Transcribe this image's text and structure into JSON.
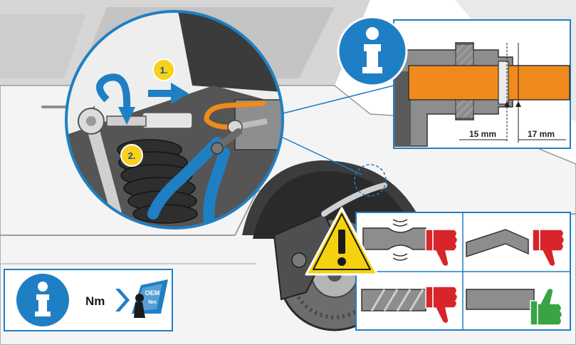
{
  "steps": {
    "first": "1.",
    "second": "2."
  },
  "detail": {
    "dimension_a": "15 mm",
    "dimension_b": "17 mm"
  },
  "info_box": {
    "unit": "Nm",
    "book_line1": "OEM",
    "book_line2": "Nm"
  },
  "symbols": {
    "info": "info-icon",
    "warning": "warning-triangle-icon",
    "thumbs_down": "thumbs-down-icon",
    "thumbs_up": "thumbs-up-icon",
    "torque_manual": "torque-manual-icon"
  },
  "colors": {
    "brand_blue": "#1f7fc4",
    "hose_orange": "#f08a1c",
    "step_yellow": "#f6d21c",
    "warning_yellow": "#f5d20f",
    "bad_red": "#d8252b",
    "good_green": "#3aa344",
    "line_grey": "#8a8a8a"
  }
}
